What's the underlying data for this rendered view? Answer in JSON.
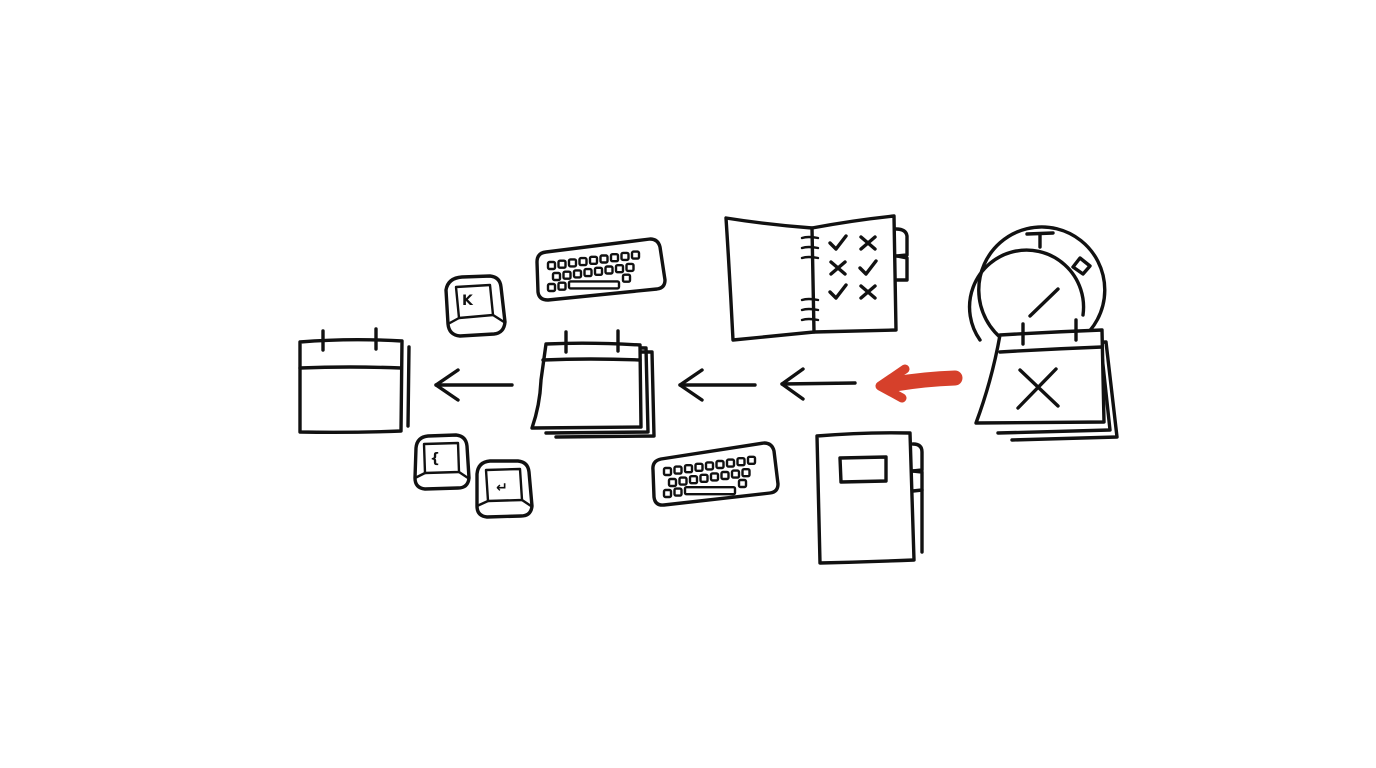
{
  "diagram": {
    "direction": "right-to-left",
    "colors": {
      "ink": "#111111",
      "accent": "#d6402b",
      "background": "#ffffff"
    },
    "nodes": [
      {
        "id": "cancelled-calendar",
        "icon": "calendar-stack-x-icon",
        "with": "stopwatch-icon"
      },
      {
        "id": "notebook-group",
        "icons": [
          "checklist-notebook-icon",
          "closed-notebook-icon"
        ]
      },
      {
        "id": "keyboard-group",
        "icons": [
          "keyboard-icon",
          "keyboard-icon"
        ]
      },
      {
        "id": "calendar-stack",
        "icon": "calendar-stack-icon"
      },
      {
        "id": "keycap-group",
        "icons": [
          "keycap-k-icon",
          "keycap-brace-icon",
          "keycap-enter-icon"
        ]
      },
      {
        "id": "single-calendar",
        "icon": "calendar-icon"
      }
    ],
    "keycaps": {
      "letters": [
        "K",
        "{",
        "↵"
      ]
    },
    "checklist": {
      "marks": [
        "✓",
        "✗",
        "✗",
        "✓",
        "✓",
        "✗"
      ]
    },
    "arrows": [
      {
        "from": "cancelled-calendar",
        "to": "notebook-group",
        "highlighted": true
      },
      {
        "from": "notebook-group",
        "to": "keyboard-group",
        "highlighted": false
      },
      {
        "from": "keyboard-group",
        "to": "calendar-stack",
        "highlighted": false
      },
      {
        "from": "calendar-stack",
        "to": "single-calendar",
        "highlighted": false
      }
    ]
  }
}
